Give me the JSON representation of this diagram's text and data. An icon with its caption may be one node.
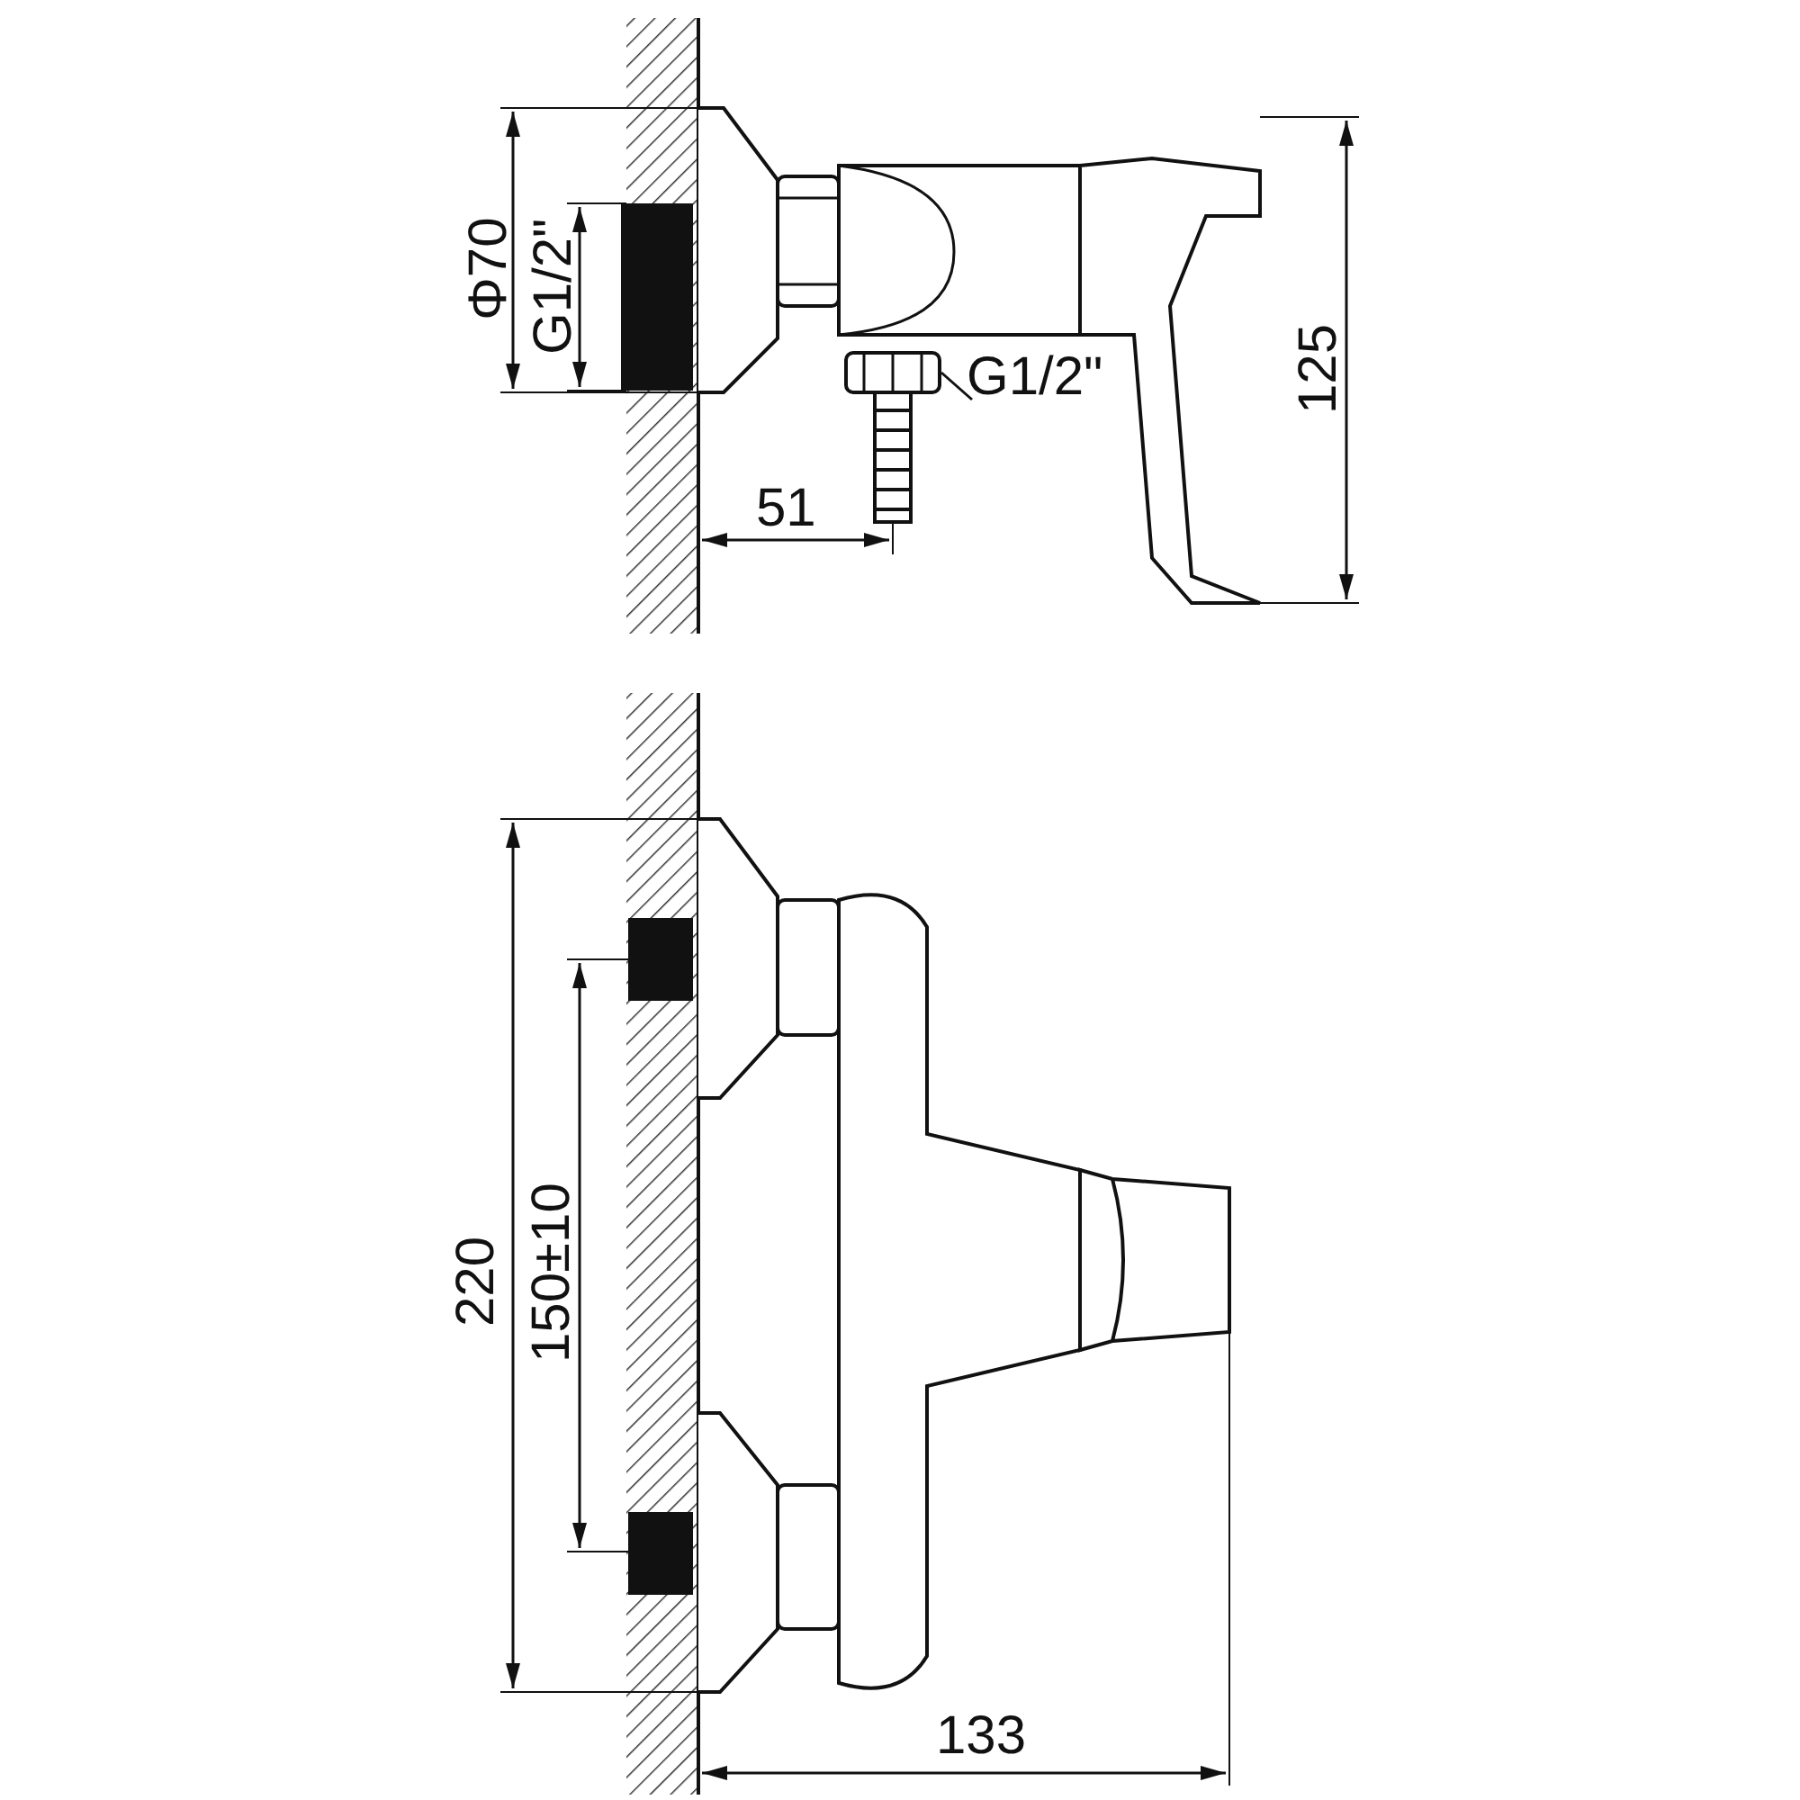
{
  "diagram": {
    "nodes": [
      {
        "text": [
          "G1/2\""
        ]
      },
      {
        "text": [],
        "shape": "picture"
      }
    ],
    "edges": [
      {
        "from": 0,
        "to": 1,
        "arrow": "none"
      }
    ],
    "labels": [
      "Φ70",
      "G1/2\"",
      "125",
      "51",
      "220",
      "150±10",
      "133"
    ]
  }
}
